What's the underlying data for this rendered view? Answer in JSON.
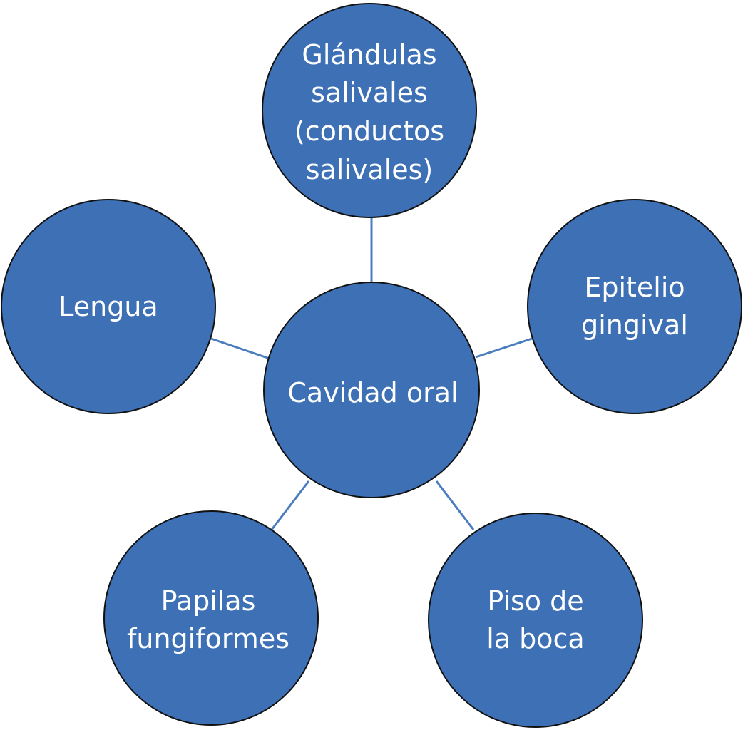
{
  "diagram": {
    "center": {
      "lines": [
        "Cavidad oral"
      ]
    },
    "nodes": [
      {
        "id": "glandulas",
        "lines": [
          "Glándulas",
          "salivales",
          "(conductos",
          "salivales)"
        ]
      },
      {
        "id": "epitelio",
        "lines": [
          "Epitelio",
          "gingival"
        ]
      },
      {
        "id": "piso",
        "lines": [
          "Piso de",
          "la boca"
        ]
      },
      {
        "id": "papilas",
        "lines": [
          "Papilas",
          "fungiformes"
        ]
      },
      {
        "id": "lengua",
        "lines": [
          "Lengua"
        ]
      }
    ],
    "colors": {
      "fill": "#3d70b5",
      "stroke": "#111111",
      "connector": "#4a7dbd",
      "text": "#ffffff"
    }
  }
}
